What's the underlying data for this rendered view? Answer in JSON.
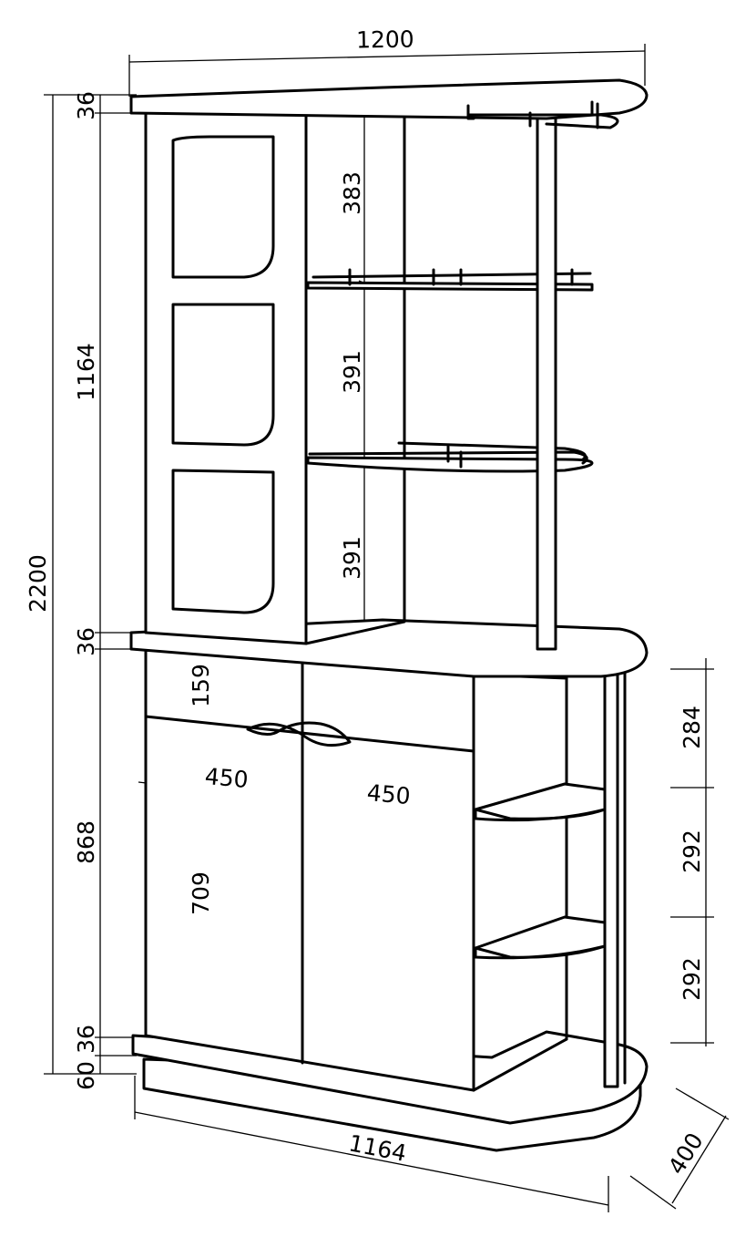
{
  "dimensions": {
    "overall_width": "1200",
    "overall_height": "2200",
    "top_thickness": "36",
    "upper_section_height": "1164",
    "counter_thickness": "36",
    "lower_section_height": "868",
    "bottom_thickness": "36",
    "plinth_height": "60",
    "shelf_gap_top": "383",
    "shelf_gap_middle": "391",
    "shelf_gap_bottom": "391",
    "drawer_height": "159",
    "door_height": "709",
    "door_width_left": "450",
    "door_width_right": "450",
    "side_shelf_gap_top": "284",
    "side_shelf_gap_middle": "292",
    "side_shelf_gap_bottom": "292",
    "base_width": "1164",
    "depth": "400"
  }
}
